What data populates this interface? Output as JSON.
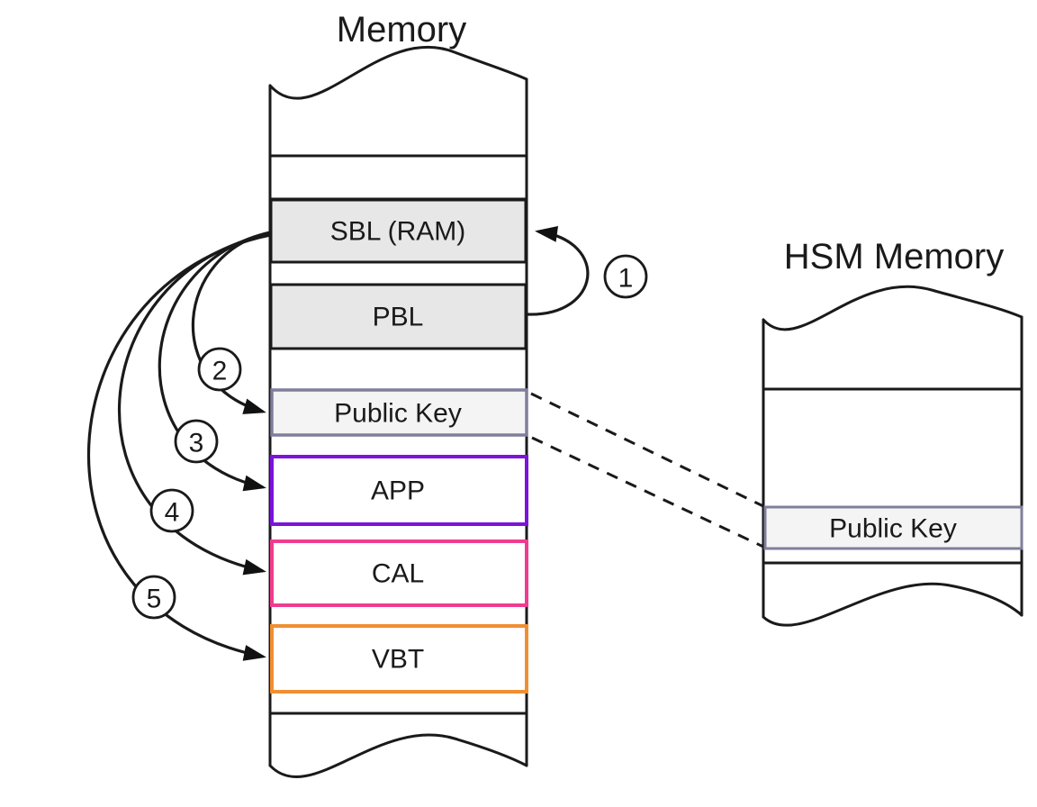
{
  "memory": {
    "title": "Memory",
    "blocks": [
      {
        "label": "SBL (RAM)"
      },
      {
        "label": "PBL"
      },
      {
        "label": "Public Key"
      },
      {
        "label": "APP"
      },
      {
        "label": "CAL"
      },
      {
        "label": "VBT"
      }
    ]
  },
  "hsm": {
    "title": "HSM Memory",
    "blocks": [
      {
        "label": "Public Key"
      }
    ]
  },
  "steps": [
    {
      "number": "1"
    },
    {
      "number": "2"
    },
    {
      "number": "3"
    },
    {
      "number": "4"
    },
    {
      "number": "5"
    }
  ],
  "colors": {
    "outline": "#1a1a1a",
    "gray_fill": "#e7e7e7",
    "key_fill": "#f4f4f4",
    "key_border": "#7f7f9b",
    "app_border": "#7d13da",
    "cal_border": "#ee3d8f",
    "vbt_border": "#ef8f33",
    "white_fill": "#ffffff"
  }
}
